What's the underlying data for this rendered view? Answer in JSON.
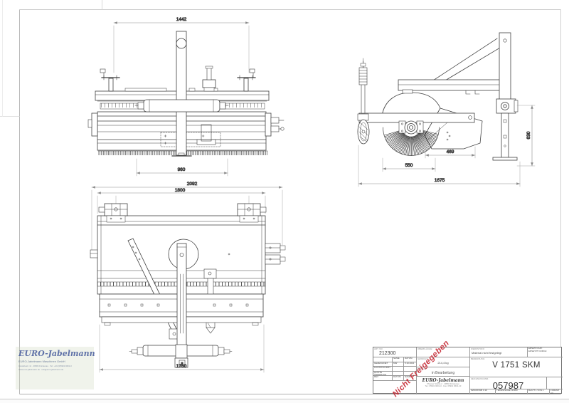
{
  "sheet": {
    "background": "#ffffff",
    "line_color": "#3f3f3f",
    "dimension_color": "#8a8a8a",
    "accent_red": "#c2242e",
    "logo_blue": "#405698"
  },
  "dimensions_mm": {
    "front_view": {
      "top_width": "1442",
      "bottom_width": "960"
    },
    "side_view": {
      "shield_depth": "469",
      "brush_width": "550",
      "overall_length": "1675",
      "column_height": "630"
    },
    "top_view": {
      "overall_width": "2092",
      "frame_width": "1800",
      "lower_width": "1750"
    }
  },
  "stamp": {
    "text": "Nicht Freigegeben"
  },
  "watermark_logo": {
    "brand": "EURO-Jabelmann",
    "company": "EURO-Jabelmann Maschinen GmbH",
    "address_line1": "Industriestr. 11 · 49584 Fürstenau · Tel.: +49 (0)5901 9601-0",
    "address_line2": "www.euro-jabelmann.de · info@euro-jabelmann.de"
  },
  "title_block": {
    "art_nr_label": "ART. NR.",
    "art_nr": "212300",
    "table": {
      "name_header": "NAME",
      "date_header": "DATUM",
      "row1_label": "GEZEICHNET",
      "row1_name": "MW",
      "row1_date": "5.10.2021",
      "row2_label": "KONTROLLIERT",
      "row2_name": "",
      "row2_date": "",
      "row3_label": "LETZTE ÄNDERUNG",
      "row3_name": "",
      "row3_date": "",
      "row4_label": "REV",
      "row4_name": "DATUM",
      "row4_date": "NAME"
    },
    "oberflaeche_label": "OBERFLÄCHE:",
    "gewicht_label": "GEWICHT:",
    "gewicht_value": "214,4 kg",
    "status_label": "STATUS:",
    "status_value": "in Bearbeitung",
    "logo_brand": "EURO-Jabelmann",
    "logo_address1": "Pfauner Straße 2 · 49584 Fürstenau",
    "logo_address2": "Tel.: 05901 9601-0 · Fax: 05901 9601-10",
    "werkstoff_label": "WERKSTOFF:",
    "werkstoff_value": "Material nicht festgelegt",
    "ersatz_line1": "ERSATZ FÜR:",
    "ersatz_line2": "ERSETZT DURCH:",
    "benennung_label": "BENENNUNG:",
    "benennung": "V 1751 SKM",
    "zeichnungsnr_label": "ZEICHNUNGSNR.:",
    "zeichnungsnr": "057987",
    "massstab": "MASSSTAB 1:10",
    "norm": "TECHNISCHE NORM",
    "blatt": "BLATT 1 VON 1",
    "format": "FORMAT A3"
  }
}
